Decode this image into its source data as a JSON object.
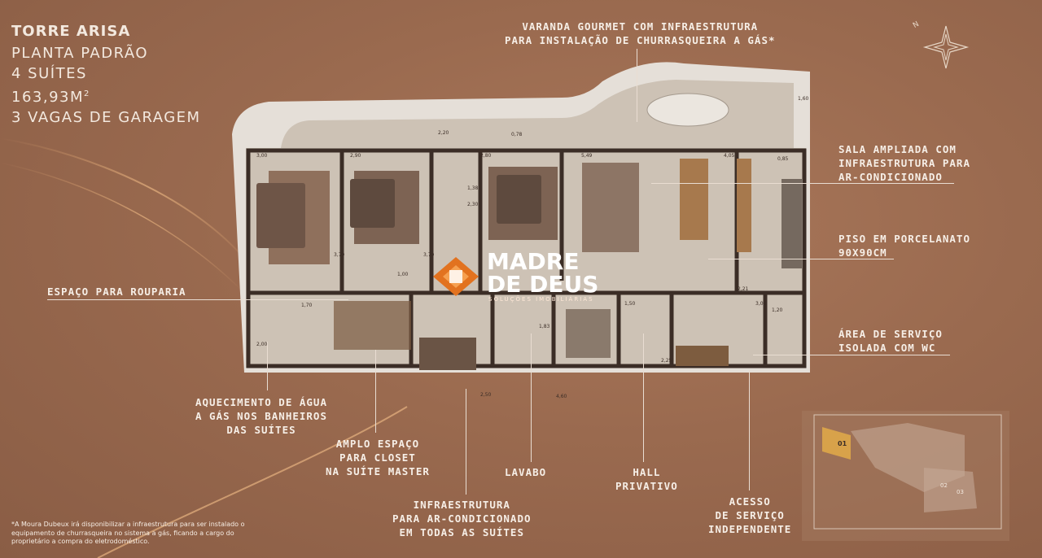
{
  "header": {
    "tower": "TORRE ARISA",
    "lines": [
      "PLANTA PADRÃO",
      "4 SUÍTES",
      "163,93M",
      "3 VAGAS DE GARAGEM"
    ],
    "area_sup": "2"
  },
  "callouts": {
    "varanda": [
      "VARANDA GOURMET COM INFRAESTRUTURA",
      "PARA INSTALAÇÃO DE CHURRASQUEIRA A GÁS*"
    ],
    "sala": [
      "SALA AMPLIADA COM",
      "INFRAESTRUTURA PARA",
      "AR-CONDICIONADO"
    ],
    "piso": [
      "PISO EM PORCELANATO",
      "90X90CM"
    ],
    "servico": [
      "ÁREA DE SERVIÇO",
      "ISOLADA COM WC"
    ],
    "rouparia": "ESPAÇO PARA ROUPARIA",
    "aquecimento": [
      "AQUECIMENTO DE ÁGUA",
      "A GÁS NOS BANHEIROS",
      "DAS SUÍTES"
    ],
    "closet": [
      "AMPLO ESPAÇO",
      "PARA CLOSET",
      "NA SUÍTE MASTER"
    ],
    "lavabo": "LAVABO",
    "hall": [
      "HALL",
      "PRIVATIVO"
    ],
    "infra": [
      "INFRAESTRUTURA",
      "PARA AR-CONDICIONADO",
      "EM TODAS AS SUÍTES"
    ],
    "acesso": [
      "ACESSO",
      "DE SERVIÇO",
      "INDEPENDENTE"
    ]
  },
  "logo": {
    "line1": "MADRE",
    "line2": "DE DEUS",
    "tagline": "SOLUÇÕES IMOBILIÁRIAS",
    "icon": "madre-de-deus-logo-icon"
  },
  "compass": {
    "label": "N",
    "icon": "compass-rose-icon"
  },
  "minimap": {
    "unit_label": "01",
    "labels": [
      "02",
      "03"
    ]
  },
  "dimensions": [
    "3,00",
    "2,90",
    "2,80",
    "5,49",
    "4,05",
    "2,20",
    "0,78",
    "1,38",
    "2,30",
    "3,79",
    "3,70",
    "1,00",
    "1,70",
    "2,00",
    "2,50",
    "1,83",
    "1,50",
    "3,00",
    "1,20",
    "2,25",
    "4,60",
    "1,60",
    "0,85",
    "2,21"
  ],
  "footnote": "*A Moura Dubeux irá disponibilizar a infraestrutura para ser instalado o equipamento de churrasqueira no sistema a gás, ficando a cargo do proprietário a compra do eletrodoméstico.",
  "colors": {
    "accent": "#e2721f",
    "background": "#9a6a4f",
    "wall": "#3b2d26",
    "floor": "#cbbfb2"
  }
}
